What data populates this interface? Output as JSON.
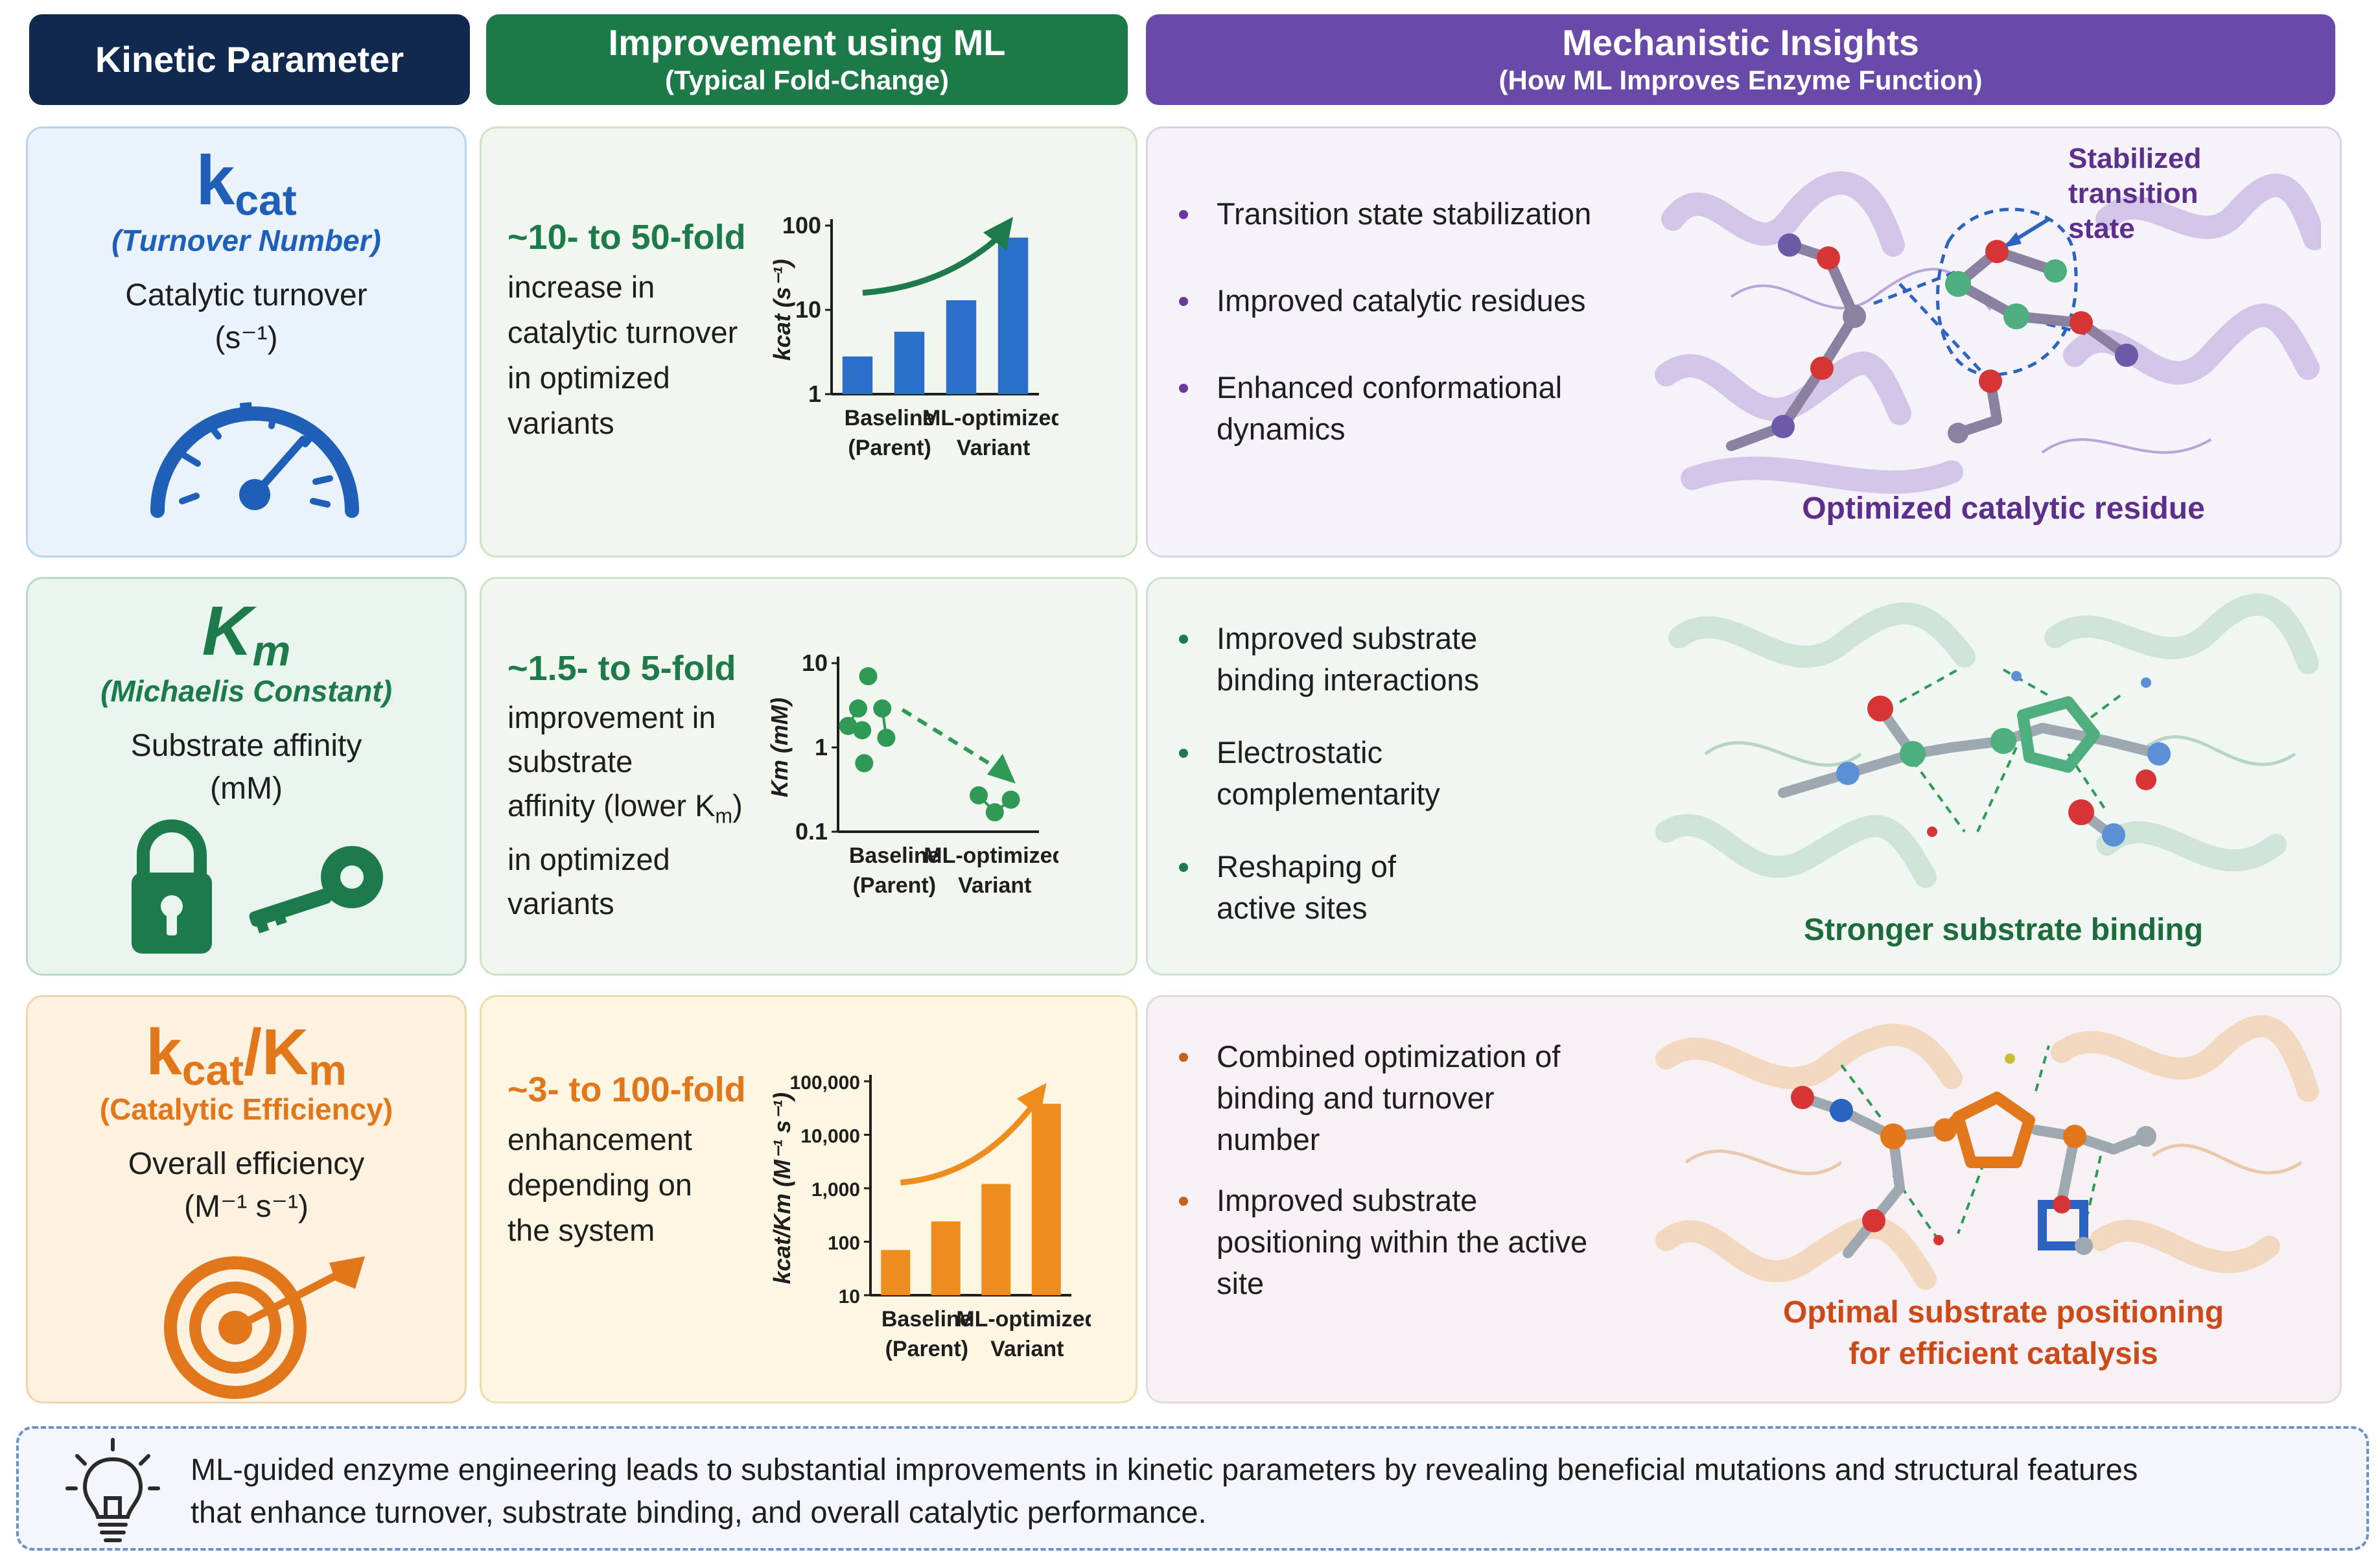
{
  "headers": {
    "param": "Kinetic Parameter",
    "improve_title": "Improvement using ML",
    "improve_sub": "(Typical Fold-Change)",
    "mech_title": "Mechanistic Insights",
    "mech_sub": "(How ML Improves Enzyme Function)"
  },
  "colors": {
    "navy": "#12294f",
    "green": "#1b7a48",
    "purple": "#6a4aa8",
    "blue_accent": "#1f5fb8",
    "green_accent": "#1d7a4a",
    "orange_accent": "#e2761a",
    "purple_text": "#5d2f8c",
    "green_text": "#1d6b3c",
    "orange_text": "#cc4a1a"
  },
  "rows": [
    {
      "sym_main": "k",
      "sym_sub": "cat",
      "name": "(Turnover Number)",
      "desc1": "Catalytic turnover",
      "desc2": "(s⁻¹)",
      "icon": "speedometer-icon",
      "fold": "~10- to 50-fold",
      "fold_text": [
        "increase in",
        "catalytic turnover",
        "in optimized",
        "variants"
      ],
      "insights": [
        "Transition state stabilization",
        "Improved catalytic residues",
        "Enhanced conformational dynamics"
      ],
      "caption": "Optimized catalytic residue",
      "annotation": [
        "Stabilized",
        "transition",
        "state"
      ]
    },
    {
      "sym_main": "K",
      "sym_sub": "m",
      "name": "(Michaelis Constant)",
      "desc1": "Substrate affinity",
      "desc2": "(mM)",
      "icon": "lock-and-key-icon",
      "fold": "~1.5- to 5-fold",
      "fold_text": [
        "improvement in",
        "substrate",
        "affinity (lower K",
        ") in optimized",
        "variants"
      ],
      "fold_k": "K",
      "fold_m": "m",
      "insights": [
        "Improved substrate binding interactions",
        "Electrostatic complementarity",
        "Reshaping of active sites"
      ],
      "caption": "Stronger substrate binding"
    },
    {
      "sym_main": "k",
      "sym_sub": "cat",
      "sym_slash": "/K",
      "sym_sub2": "m",
      "name": "(Catalytic Efficiency)",
      "desc1": "Overall efficiency",
      "desc2": "(M⁻¹ s⁻¹)",
      "icon": "target-arrow-icon",
      "fold": "~3- to 100-fold",
      "fold_text": [
        "enhancement",
        "depending on",
        "the system"
      ],
      "insights": [
        "Combined optimization of binding and turnover number",
        "Improved substrate positioning within the active site"
      ],
      "caption1": "Optimal substrate positioning",
      "caption2": "for efficient catalysis"
    }
  ],
  "chart_data": [
    {
      "type": "bar",
      "ylabel": "kcat (s⁻¹)",
      "yscale": "log",
      "ylim": [
        1,
        100
      ],
      "yticks": [
        "1",
        "10",
        "100"
      ],
      "xticks": [
        "Baseline\n(Parent)",
        "ML-optimized\nVariant"
      ],
      "values": [
        2.8,
        5.5,
        13,
        72
      ],
      "trend_arrow": "up"
    },
    {
      "type": "scatter",
      "ylabel": "Km (mM)",
      "yscale": "log",
      "ylim": [
        0.1,
        10
      ],
      "yticks": [
        "0.1",
        "1",
        "10"
      ],
      "xticks": [
        "Baseline\n(Parent)",
        "ML-optimized\nVariant"
      ],
      "points": [
        [
          0.15,
          7
        ],
        [
          0.1,
          2.9
        ],
        [
          0.12,
          1.6
        ],
        [
          0.22,
          2.9
        ],
        [
          0.05,
          1.8
        ],
        [
          0.24,
          1.3
        ],
        [
          0.13,
          0.65
        ],
        [
          0.7,
          0.27
        ],
        [
          0.78,
          0.17
        ],
        [
          0.86,
          0.24
        ]
      ],
      "trend_arrow": "down"
    },
    {
      "type": "bar",
      "ylabel": "kcat/Km (M⁻¹ s⁻¹)",
      "yscale": "log",
      "ylim": [
        10,
        100000
      ],
      "yticks": [
        "10",
        "100",
        "1,000",
        "10,000",
        "100,000"
      ],
      "xticks": [
        "Baseline\n(Parent)",
        "ML-optimized\nVariant"
      ],
      "values": [
        70,
        240,
        1200,
        38000
      ],
      "trend_arrow": "up"
    }
  ],
  "footer": {
    "line1": "ML-guided enzyme engineering leads to substantial improvements in kinetic parameters by revealing beneficial mutations and structural features",
    "line2": "that enhance turnover, substrate binding, and overall catalytic performance.",
    "icon": "lightbulb-icon"
  }
}
